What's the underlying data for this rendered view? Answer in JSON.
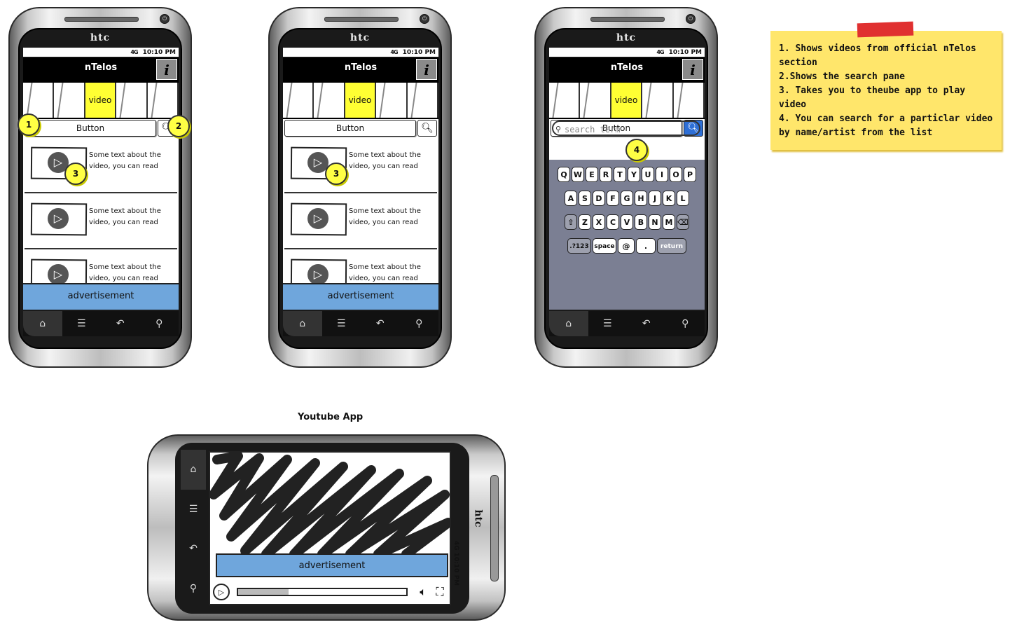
{
  "phones": [
    {
      "status_time": "10:10 PM",
      "status_net": "4G",
      "title": "nTelos",
      "info_label": "i",
      "tabs": [
        "",
        "",
        "video",
        "",
        ""
      ],
      "button_label": "Button",
      "items": [
        "Some text about the video, you can read",
        "Some text about the video, you can read",
        "Some text about the video, you can read"
      ],
      "ad": "advertisement"
    },
    {
      "status_time": "10:10 PM",
      "status_net": "4G",
      "title": "nTelos",
      "info_label": "i",
      "tabs": [
        "",
        "",
        "video",
        "",
        ""
      ],
      "button_label": "Button",
      "items": [
        "Some text about the video, you can read",
        "Some text about the video, you can read",
        "Some text about the video, you can read"
      ],
      "ad": "advertisement"
    },
    {
      "status_time": "10:10 PM",
      "status_net": "4G",
      "title": "nTelos",
      "info_label": "i",
      "tabs": [
        "",
        "",
        "video",
        "",
        ""
      ],
      "button_label": "Button",
      "search_placeholder": "search term",
      "keyboard": {
        "row1": [
          "Q",
          "W",
          "E",
          "R",
          "T",
          "Y",
          "U",
          "I",
          "O",
          "P"
        ],
        "row2": [
          "A",
          "S",
          "D",
          "F",
          "G",
          "H",
          "J",
          "K",
          "L"
        ],
        "row3": [
          "Z",
          "X",
          "C",
          "V",
          "B",
          "N",
          "M"
        ],
        "k123": ".?123",
        "space": "space",
        "at": "@",
        "dot": ".",
        "ret": "return"
      }
    }
  ],
  "brand": "htc",
  "markers": {
    "m1": "1",
    "m2": "2",
    "m3": "3",
    "m3b": "3",
    "m4": "4"
  },
  "note": {
    "lines": [
      "1. Shows videos from official nTelos section",
      "2.Shows the search pane",
      "3. Takes you to theube app to play video",
      "4. You can search for a particlar video by name/artist from the list"
    ],
    "tape_color": "#e03030",
    "bg_color": "#ffe66b"
  },
  "youtube": {
    "caption": "Youtube App",
    "ad": "advertisement",
    "status_time": "10:10 PM",
    "status_net": "4G",
    "progress": 0.3
  },
  "colors": {
    "tab_active": "#ffff33",
    "ad": "#6fa6dc",
    "marker": "#ffff44"
  }
}
